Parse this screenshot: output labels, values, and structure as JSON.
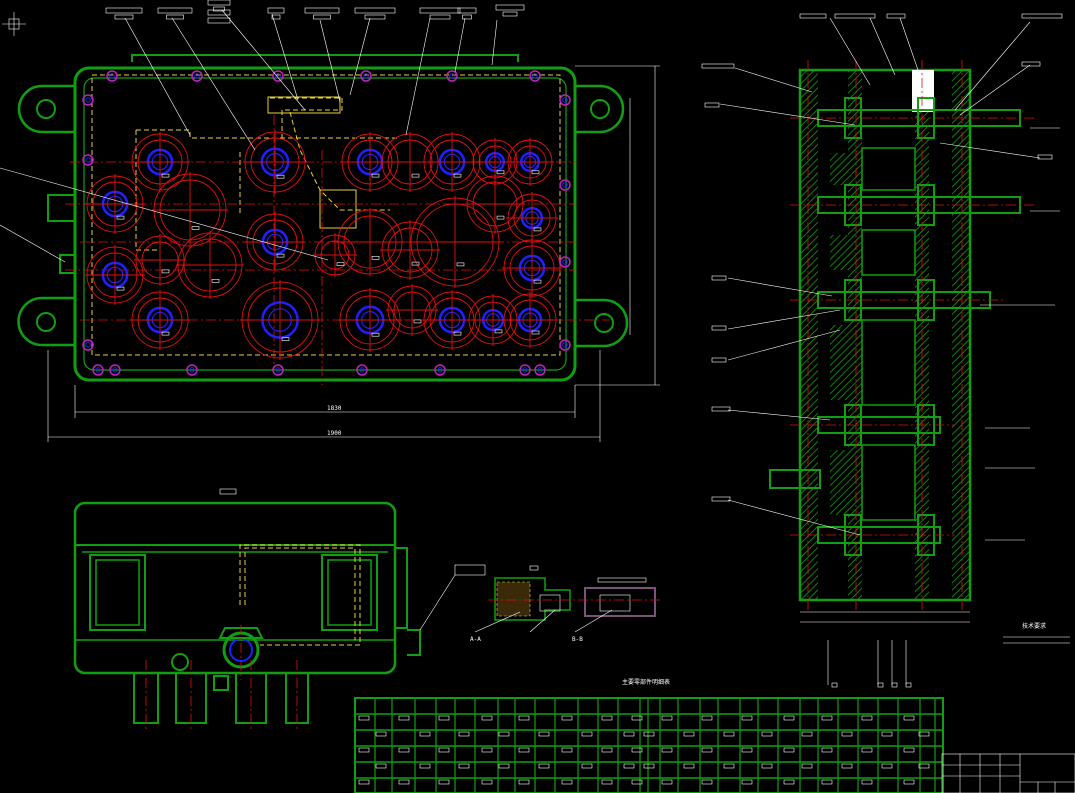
{
  "drawing": {
    "background": "#000000",
    "colors": {
      "outline": "#119f11",
      "centerline": "#e01010",
      "bore": "#2020ff",
      "hidden_line": "#e6d23a",
      "leader": "#ffffff",
      "bolt": "#c020c0"
    },
    "plan_view": {
      "dimension_labels": [
        "1830",
        "1900"
      ]
    },
    "section_view": {
      "title_note": "技术要求"
    },
    "detail_views": {
      "labels": [
        "A-A",
        "B-B"
      ]
    },
    "parts_table": {
      "title": "主要零部件明细表"
    },
    "title_block": {
      "present": true
    }
  }
}
